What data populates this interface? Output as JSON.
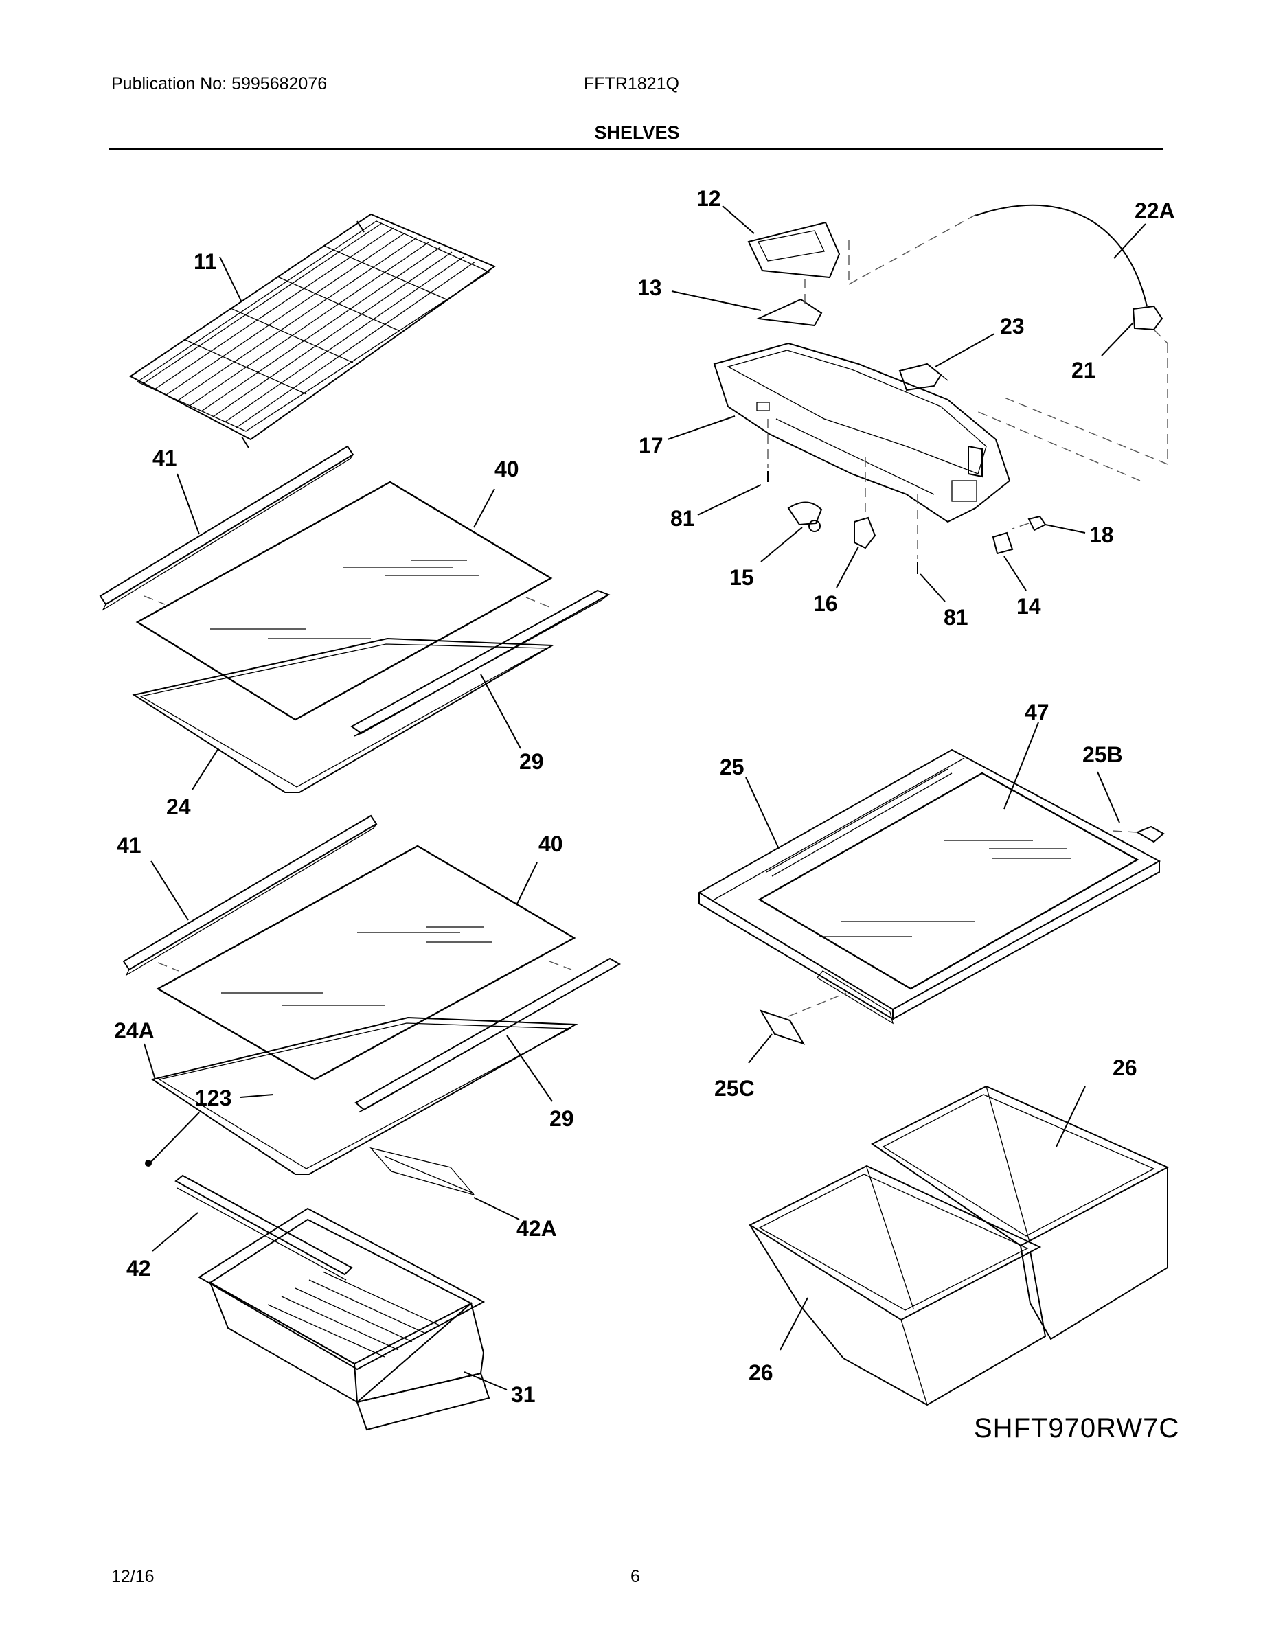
{
  "header": {
    "publication": "Publication No: 5995682076",
    "model": "FFTR1821Q",
    "section_title": "SHELVES"
  },
  "callouts": {
    "c11": "11",
    "c12": "12",
    "c13": "13",
    "c22a": "22A",
    "c23": "23",
    "c21": "21",
    "c17": "17",
    "c81a": "81",
    "c81b": "81",
    "c15": "15",
    "c16": "16",
    "c14": "14",
    "c18": "18",
    "c41a": "41",
    "c40a": "40",
    "c29a": "29",
    "c24": "24",
    "c41b": "41",
    "c40b": "40",
    "c24a": "24A",
    "c123": "123",
    "c29b": "29",
    "c42a": "42A",
    "c42": "42",
    "c31": "31",
    "c47": "47",
    "c25b": "25B",
    "c25": "25",
    "c25c": "25C",
    "c26a": "26",
    "c26b": "26"
  },
  "diagram_ref": "SHFT970RW7C",
  "footer": {
    "date": "12/16",
    "page": "6"
  }
}
